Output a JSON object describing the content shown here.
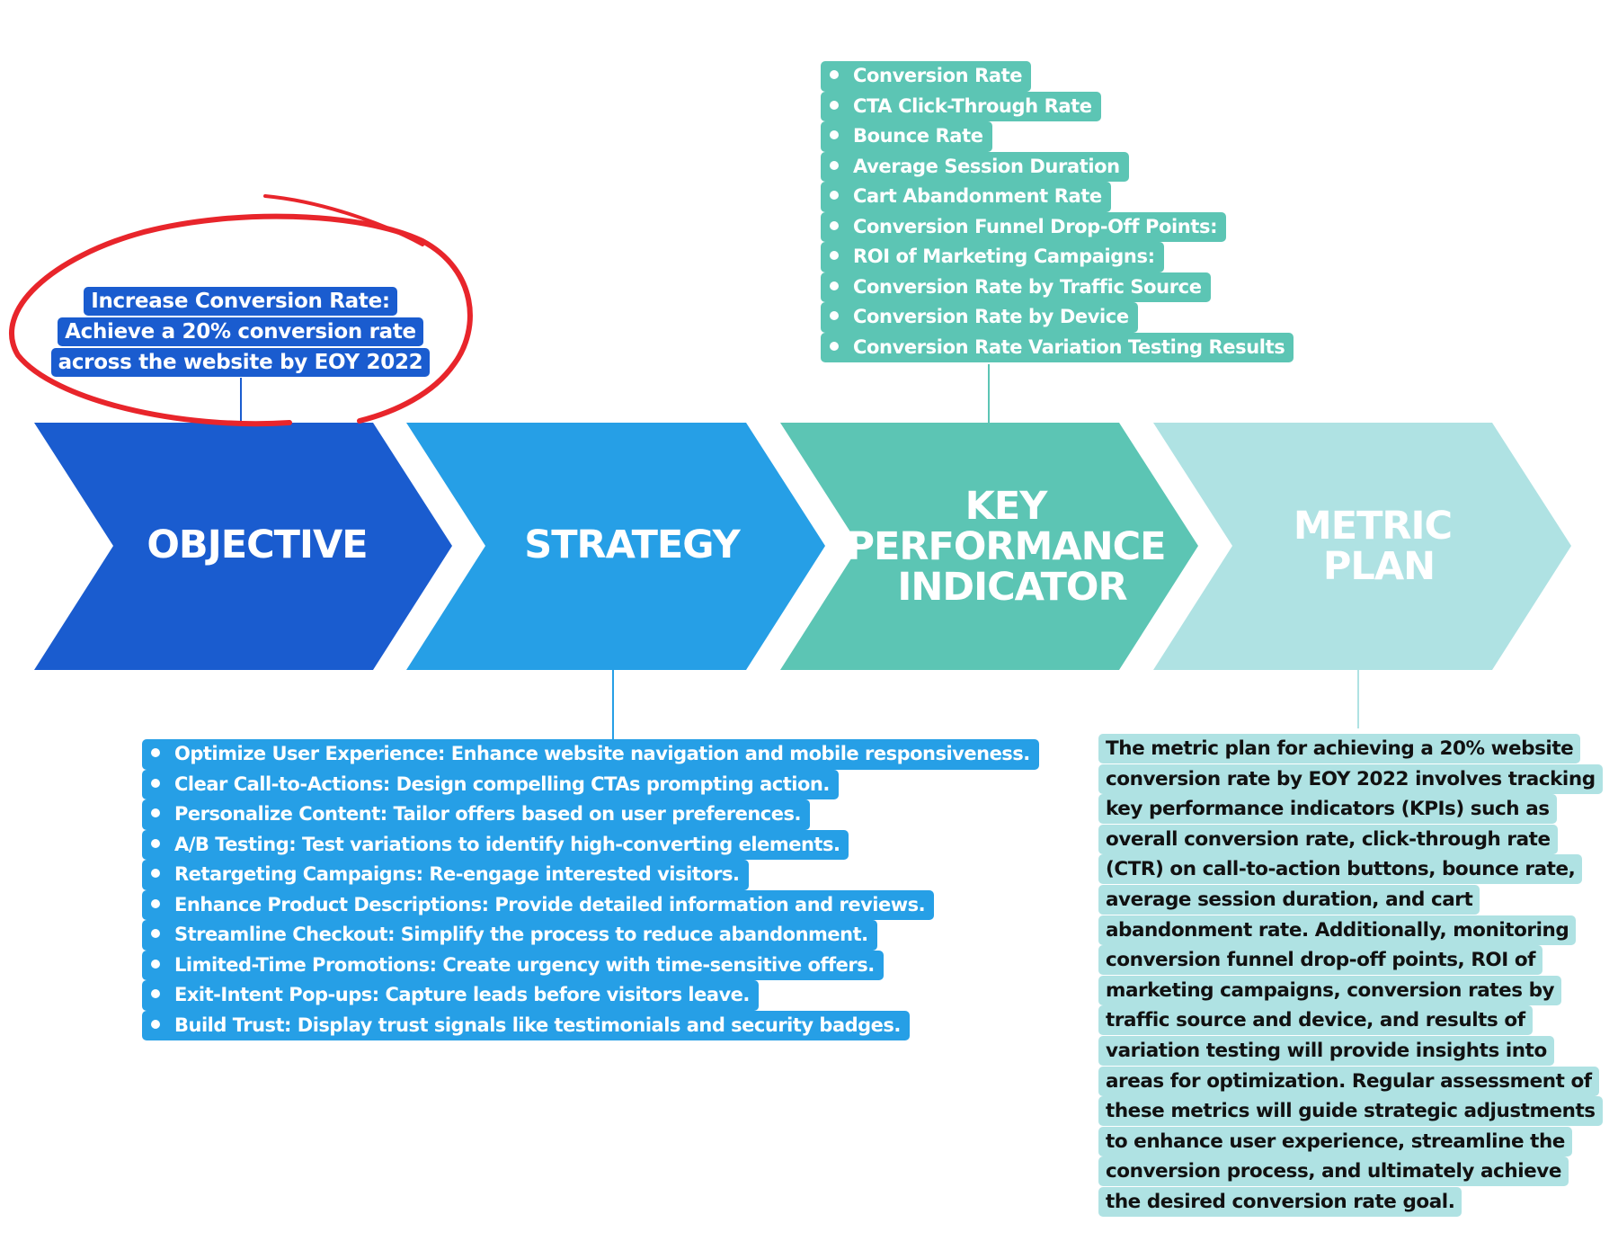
{
  "colors": {
    "objective": "#1a5ccf",
    "strategy": "#269fe6",
    "kpi": "#5cc5b4",
    "metric": "#afe2e3",
    "highlight_circle": "#e8252b"
  },
  "stages": [
    {
      "id": "objective",
      "title_lines": [
        "OBJECTIVE"
      ]
    },
    {
      "id": "strategy",
      "title_lines": [
        "STRATEGY"
      ]
    },
    {
      "id": "kpi",
      "title_lines": [
        "KEY",
        "PERFORMANCE",
        "INDICATOR"
      ]
    },
    {
      "id": "metric",
      "title_lines": [
        "METRIC",
        "PLAN"
      ]
    }
  ],
  "objective": {
    "text": "Increase Conversion Rate: Achieve a 20% conversion rate across the website by EOY 2022"
  },
  "kpi_items": [
    "Conversion Rate",
    "CTA Click-Through Rate",
    "Bounce Rate",
    "Average Session Duration",
    "Cart Abandonment Rate",
    "Conversion Funnel Drop-Off Points:",
    "ROI of Marketing Campaigns:",
    "Conversion Rate by Traffic Source",
    "Conversion Rate by Device",
    "Conversion Rate Variation Testing Results"
  ],
  "strategy_items": [
    "Optimize User Experience: Enhance website navigation and mobile responsiveness.",
    "Clear Call-to-Actions: Design compelling CTAs prompting action.",
    "Personalize Content: Tailor offers based on user preferences.",
    "A/B Testing: Test variations to identify high-converting elements.",
    "Retargeting Campaigns: Re-engage interested visitors.",
    "Enhance Product Descriptions: Provide detailed information and reviews.",
    "Streamline Checkout: Simplify the process to reduce abandonment.",
    "Limited-Time Promotions: Create urgency with time-sensitive offers.",
    "Exit-Intent Pop-ups: Capture leads before visitors leave.",
    "Build Trust: Display trust signals like testimonials and security badges."
  ],
  "metric_plan": {
    "text": "The metric plan for achieving a 20% website conversion rate by EOY 2022 involves tracking key performance indicators (KPIs) such as overall conversion rate, click-through rate (CTR) on call-to-action buttons, bounce rate, average session duration, and cart abandonment rate. Additionally, monitoring conversion funnel drop-off points, ROI of marketing campaigns, conversion rates by traffic source and device, and results of variation testing will provide insights into areas for optimization. Regular assessment of these metrics will guide strategic adjustments to enhance user experience, streamline the conversion process, and ultimately achieve the desired conversion rate goal."
  }
}
